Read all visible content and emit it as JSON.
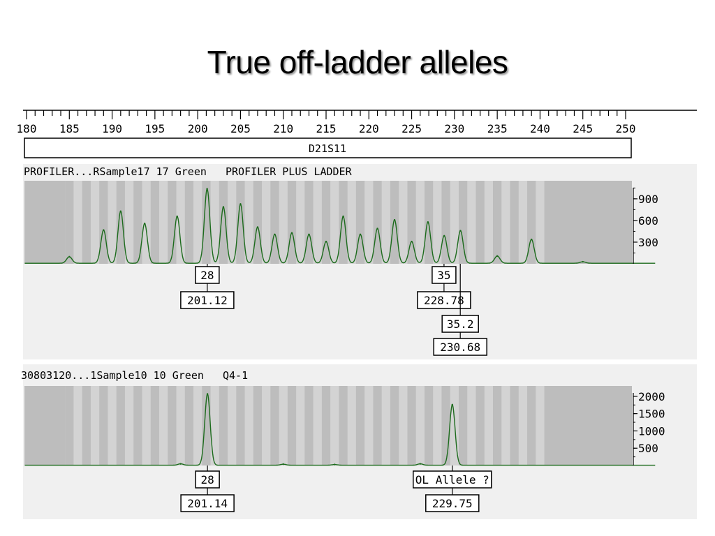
{
  "slide": {
    "title": "True off-ladder alleles"
  },
  "colors": {
    "band_dark": "#bdbdbd",
    "band_light": "#d3d3d3",
    "trace": "#1c6b1c",
    "panel_bg": "#f0f0f0"
  },
  "chart_data": [
    {
      "type": "line",
      "title": "PROFILER...RSample17 17 Green   PROFILER PLUS LADDER",
      "marker_label": "D21S11",
      "x_axis": {
        "ticks": [
          180,
          185,
          190,
          195,
          200,
          205,
          210,
          215,
          220,
          225,
          230,
          235,
          240,
          245,
          250
        ],
        "range": [
          180,
          250
        ]
      },
      "y_axis": {
        "ticks": [
          300,
          600,
          900
        ],
        "range": [
          0,
          1150
        ]
      },
      "bins": [
        191,
        192.2,
        193.2,
        194.8,
        195.4,
        197.2,
        198.6,
        199.2,
        200.6,
        202.2,
        203.2,
        204.8,
        205.4,
        207,
        209.4,
        211.5,
        213.4,
        215.5,
        217.4,
        219.4,
        221.4,
        223.4,
        225.3,
        227.4,
        229.2,
        231.2,
        233.2,
        235.2,
        237.2
      ],
      "series": [
        {
          "peaks": [
            {
              "x": 185,
              "y": 90
            },
            {
              "x": 189,
              "y": 460
            },
            {
              "x": 191,
              "y": 720
            },
            {
              "x": 193.8,
              "y": 550
            },
            {
              "x": 197.6,
              "y": 650
            },
            {
              "x": 201.1,
              "y": 1030
            },
            {
              "x": 203,
              "y": 780
            },
            {
              "x": 205,
              "y": 820
            },
            {
              "x": 207,
              "y": 500
            },
            {
              "x": 209,
              "y": 400
            },
            {
              "x": 211,
              "y": 420
            },
            {
              "x": 213,
              "y": 400
            },
            {
              "x": 215,
              "y": 300
            },
            {
              "x": 217,
              "y": 650
            },
            {
              "x": 219,
              "y": 400
            },
            {
              "x": 221,
              "y": 480
            },
            {
              "x": 223,
              "y": 600
            },
            {
              "x": 225,
              "y": 300
            },
            {
              "x": 226.9,
              "y": 570
            },
            {
              "x": 228.8,
              "y": 380
            },
            {
              "x": 230.7,
              "y": 450
            },
            {
              "x": 235,
              "y": 100
            },
            {
              "x": 239,
              "y": 330
            },
            {
              "x": 245,
              "y": 20
            }
          ]
        }
      ],
      "annotations": [
        {
          "x": 201.12,
          "allele": "28",
          "size": "201.12"
        },
        {
          "x": 228.78,
          "allele": "35",
          "size": "228.78"
        },
        {
          "x": 230.68,
          "allele": "35.2",
          "size": "230.68"
        }
      ]
    },
    {
      "type": "line",
      "title": "30803120...1Sample10 10 Green   Q4-1",
      "x_axis": {
        "range": [
          180,
          250
        ]
      },
      "y_axis": {
        "ticks": [
          500,
          1000,
          1500,
          2000
        ],
        "range": [
          0,
          2300
        ]
      },
      "bins": [
        191,
        192.2,
        193.2,
        194.8,
        195.4,
        197.2,
        198.6,
        199.2,
        200.6,
        202.2,
        203.2,
        204.8,
        205.4,
        207,
        209.4,
        211.5,
        213.4,
        215.5,
        217.4,
        219.4,
        221.4,
        223.4,
        225.3,
        227.4,
        229.2,
        231.2,
        233.2,
        235.2,
        237.2
      ],
      "series": [
        {
          "peaks": [
            {
              "x": 198,
              "y": 40
            },
            {
              "x": 201.14,
              "y": 2060
            },
            {
              "x": 210,
              "y": 30
            },
            {
              "x": 216,
              "y": 20
            },
            {
              "x": 226,
              "y": 40
            },
            {
              "x": 229.75,
              "y": 1750
            }
          ]
        }
      ],
      "annotations": [
        {
          "x": 201.14,
          "allele": "28",
          "size": "201.14"
        },
        {
          "x": 229.75,
          "allele": "OL Allele ?",
          "size": "229.75"
        }
      ]
    }
  ]
}
